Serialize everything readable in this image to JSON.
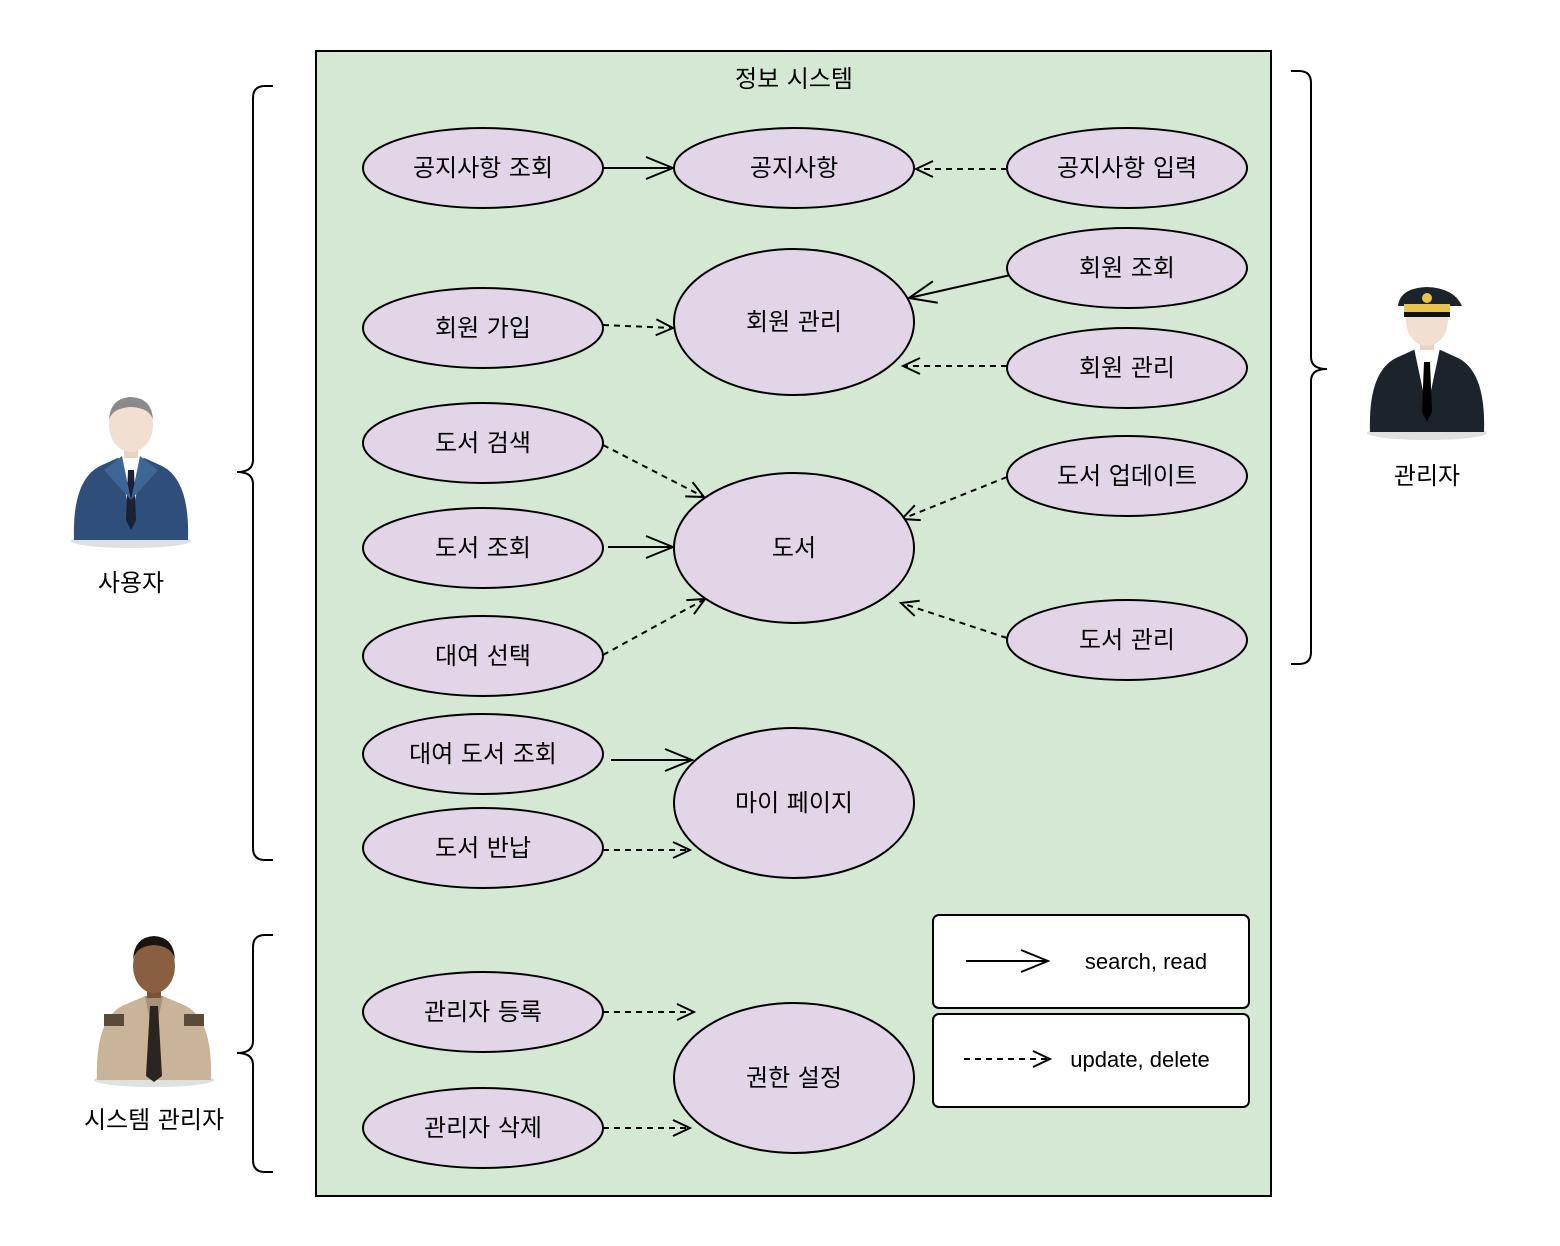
{
  "system": {
    "title": "정보 시스템",
    "fill": "#d5e8d4"
  },
  "colors": {
    "usecase_fill": "#e1d5e7",
    "stroke": "#000000",
    "background": "#ffffff"
  },
  "actors": {
    "user": {
      "label": "사용자",
      "icon": "businessman-icon"
    },
    "admin": {
      "label": "관리자",
      "icon": "officer-icon"
    },
    "sysadmin": {
      "label": "시스템 관리자",
      "icon": "security-guard-icon"
    }
  },
  "usecases": {
    "notice_view": "공지사항 조회",
    "notice": "공지사항",
    "notice_input": "공지사항 입력",
    "member_view": "회원 조회",
    "member_join": "회원 가입",
    "member_mgmt_center": "회원 관리",
    "member_mgmt": "회원 관리",
    "book_search": "도서 검색",
    "book_update": "도서 업데이트",
    "book_view": "도서 조회",
    "book": "도서",
    "rental_select": "대여 선택",
    "book_mgmt": "도서 관리",
    "rental_book_view": "대여 도서 조회",
    "mypage": "마이 페이지",
    "book_return": "도서 반납",
    "admin_register": "관리자 등록",
    "permission": "권한 설정",
    "admin_delete": "관리자 삭제"
  },
  "legend": {
    "solid_label": "search, read",
    "dashed_label": "update, delete"
  }
}
